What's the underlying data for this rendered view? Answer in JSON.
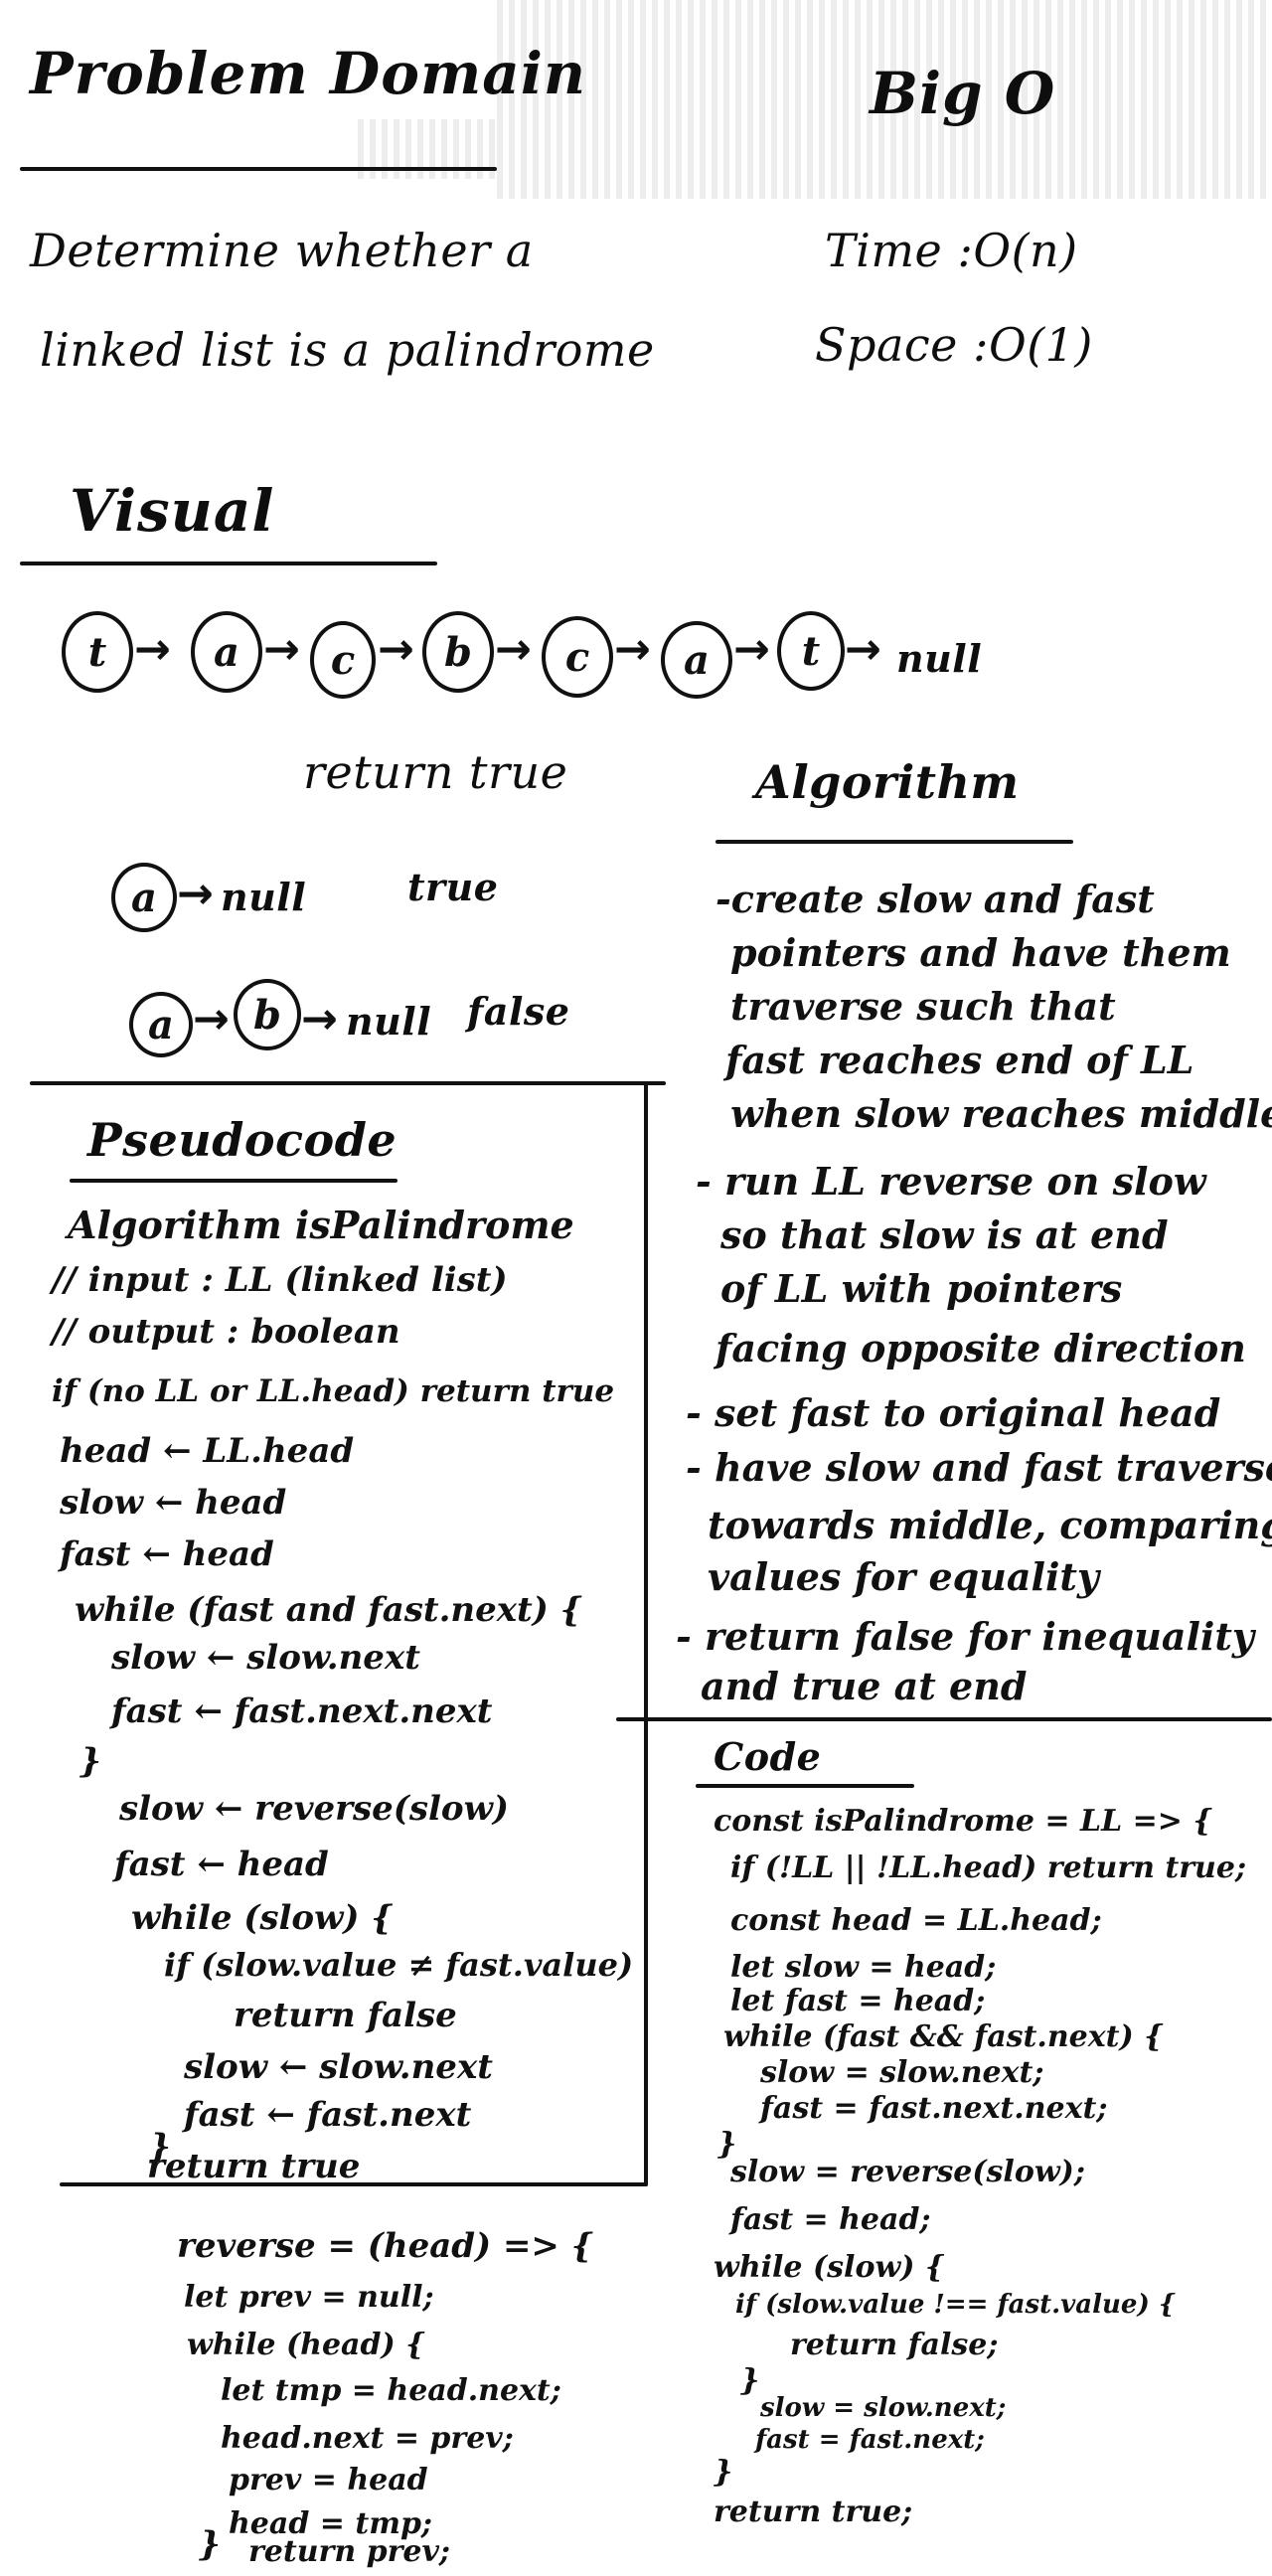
{
  "problem": {
    "title": "Problem Domain",
    "line1": "Determine whether a",
    "line2": "linked list is a palindrome"
  },
  "bigo": {
    "title": "Big O",
    "time": "Time :O(n)",
    "space": "Space :O(1)"
  },
  "visual": {
    "title": "Visual",
    "nodes": [
      "t",
      "a",
      "c",
      "b",
      "c",
      "a",
      "t"
    ],
    "arrow": "→",
    "end": "null",
    "result": "return true",
    "ex1_node": "a",
    "ex1_end": "null",
    "ex1_result": "true",
    "ex2_nodes": [
      "a",
      "b"
    ],
    "ex2_end": "null",
    "ex2_result": "false"
  },
  "algorithm": {
    "title": "Algorithm",
    "lines": [
      "-create slow and fast",
      "pointers and have them",
      "traverse such that",
      "fast reaches end of LL",
      "when slow reaches middle",
      "- run LL reverse on slow",
      "so that slow is at end",
      "of LL with pointers",
      "facing opposite direction",
      "- set fast to original head",
      "- have slow and fast traverse",
      "towards middle, comparing",
      "values for equality",
      "- return false for inequality",
      "and true at end"
    ]
  },
  "pseudocode": {
    "title": "Pseudocode",
    "lines": [
      "Algorithm isPalindrome",
      "// input : LL (linked list)",
      "// output : boolean",
      "if (no LL or LL.head) return true",
      "head ← LL.head",
      "slow ← head",
      "fast ← head",
      "while (fast and fast.next) {",
      "slow ← slow.next",
      "fast ← fast.next.next",
      "}",
      "slow ← reverse(slow)",
      "fast ← head",
      "while (slow) {",
      "if (slow.value ≠ fast.value)",
      "return false",
      "slow ← slow.next",
      "fast ← fast.next",
      "}",
      "return true"
    ]
  },
  "reverse": {
    "lines": [
      "reverse = (head) => {",
      "let prev = null;",
      "while (head) {",
      "let tmp = head.next;",
      "head.next = prev;",
      "prev = head",
      "head = tmp;",
      "}",
      "return prev;"
    ]
  },
  "code": {
    "title": "Code",
    "lines": [
      "const isPalindrome = LL => {",
      "if (!LL || !LL.head) return true;",
      "const head = LL.head;",
      "let slow = head;",
      "let fast = head;",
      "while (fast && fast.next) {",
      "slow = slow.next;",
      "fast = fast.next.next;",
      "}",
      "slow = reverse(slow);",
      "fast = head;",
      "while (slow) {",
      "if (slow.value !== fast.value) {",
      "return false;",
      "}",
      "slow = slow.next;",
      "fast = fast.next;",
      "}",
      "return true;"
    ]
  }
}
